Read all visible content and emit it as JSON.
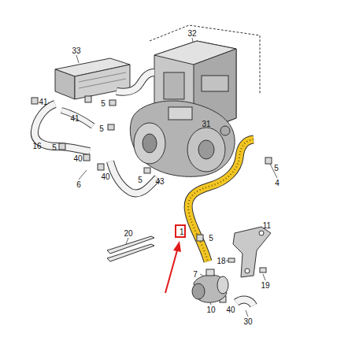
{
  "diagram": {
    "nodes": [
      {
        "text": [
          "1"
        ]
      }
    ],
    "edges": [],
    "labels": [
      "33",
      "32",
      "41",
      "5",
      "41",
      "5",
      "31",
      "16",
      "5",
      "40",
      "40",
      "5",
      "43",
      "5",
      "4",
      "6",
      "11",
      "20",
      "5",
      "18",
      "7",
      "19",
      "10",
      "40",
      "30"
    ]
  }
}
